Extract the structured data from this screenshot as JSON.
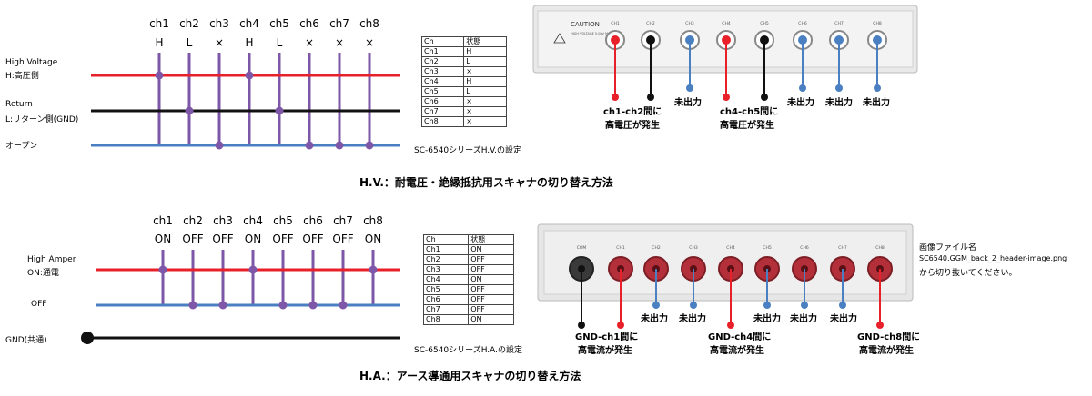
{
  "hv": {
    "channels": [
      "ch1",
      "ch2",
      "ch3",
      "ch4",
      "ch5",
      "ch6",
      "ch7",
      "ch8"
    ],
    "states_short": [
      "H",
      "L",
      "×",
      "H",
      "L",
      "×",
      "×",
      "×"
    ],
    "line_high_1": "High Voltage",
    "line_high_2": "H:高圧側",
    "line_return_1": "Return",
    "line_return_2": "L:リターン側(GND)",
    "line_open": "オープン",
    "table_header": [
      "Ch",
      "状態"
    ],
    "table_rows": [
      [
        "Ch1",
        "H"
      ],
      [
        "Ch2",
        "L"
      ],
      [
        "Ch3",
        "×"
      ],
      [
        "Ch4",
        "H"
      ],
      [
        "Ch5",
        "L"
      ],
      [
        "Ch6",
        "×"
      ],
      [
        "Ch7",
        "×"
      ],
      [
        "Ch8",
        "×"
      ]
    ],
    "table_caption": "SC-6540シリーズH.V.の設定",
    "caption": "H.V.：耐電圧・絶縁抵抗用スキャナの切り替え方法",
    "panel": {
      "caution": "CAUTION",
      "caution_sub": "HIGH VOLTAGE 5.0kV MAX.",
      "jack_labels": [
        "CH1",
        "CH2",
        "CH3",
        "CH4",
        "CH5",
        "CH6",
        "CH7",
        "CH8"
      ],
      "callout_1a": "ch1-ch2間に",
      "callout_1b": "高電圧が発生",
      "callout_2a": "ch4-ch5間に",
      "callout_2b": "高電圧が発生",
      "unused": "未出力"
    }
  },
  "ha": {
    "channels": [
      "ch1",
      "ch2",
      "ch3",
      "ch4",
      "ch5",
      "ch6",
      "ch7",
      "ch8"
    ],
    "states_short": [
      "ON",
      "OFF",
      "OFF",
      "ON",
      "OFF",
      "OFF",
      "OFF",
      "ON"
    ],
    "line_high_1": "High Amper",
    "line_high_2": "ON:通電",
    "line_off": "OFF",
    "line_gnd": "GND(共通)",
    "table_header": [
      "Ch",
      "状態"
    ],
    "table_rows": [
      [
        "Ch1",
        "ON"
      ],
      [
        "Ch2",
        "OFF"
      ],
      [
        "Ch3",
        "OFF"
      ],
      [
        "Ch4",
        "ON"
      ],
      [
        "Ch5",
        "OFF"
      ],
      [
        "Ch6",
        "OFF"
      ],
      [
        "Ch7",
        "OFF"
      ],
      [
        "Ch8",
        "ON"
      ]
    ],
    "table_caption": "SC-6540シリーズH.A.の設定",
    "caption": "H.A.：アース導通用スキャナの切り替え方法",
    "panel": {
      "jack_labels": [
        "COM",
        "CH1",
        "CH2",
        "CH3",
        "CH4",
        "CH5",
        "CH6",
        "CH7",
        "CH8"
      ],
      "callout_1a": "GND-ch1間に",
      "callout_1b": "高電流が発生",
      "callout_4a": "GND-ch4間に",
      "callout_4b": "高電流が発生",
      "callout_8a": "GND-ch8間に",
      "callout_8b": "高電流が発生",
      "unused": "未出力"
    },
    "note_title": "画像ファイル名",
    "note_file": "SC6540.GGM_back_2_header-image.png",
    "note_text": "から切り抜いてください。"
  },
  "colors": {
    "red": "#e8202a",
    "black": "#111111",
    "blue": "#4a7fc1",
    "purple": "#7e57a8"
  }
}
